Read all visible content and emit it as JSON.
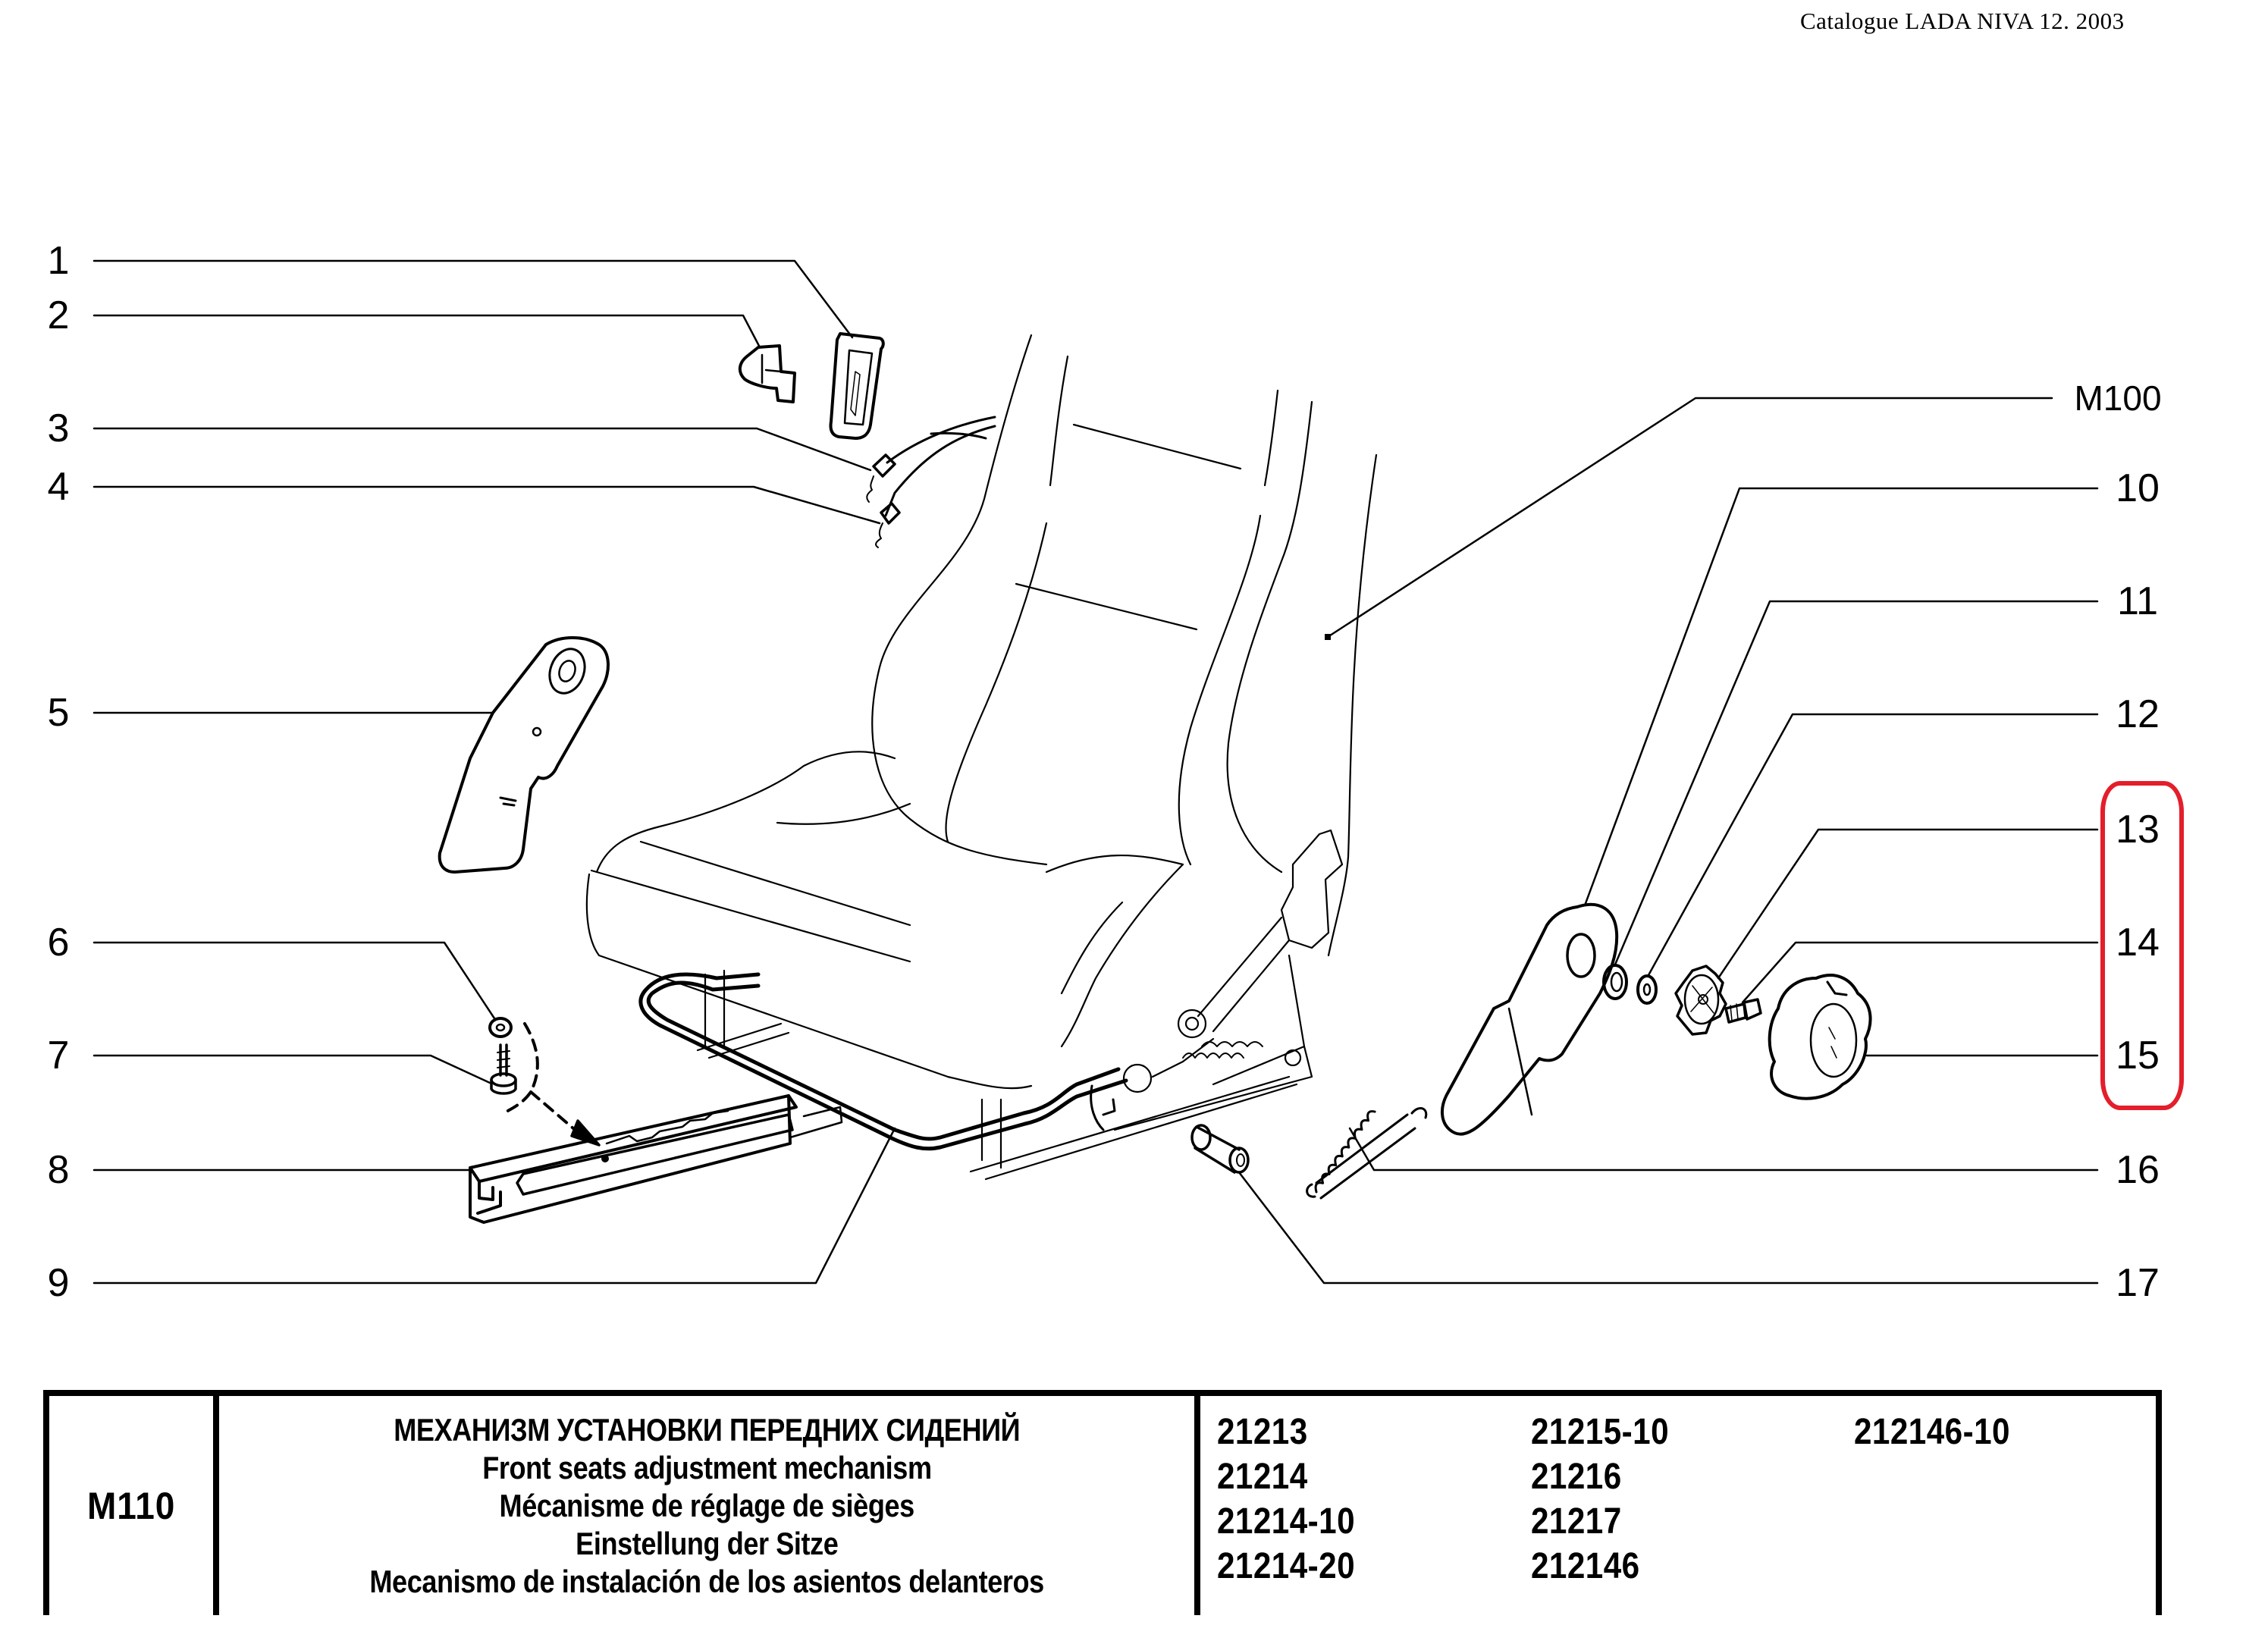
{
  "header": {
    "catalogue_title": "Catalogue LADA NIVA 12. 2003"
  },
  "diagram": {
    "left_callouts": [
      "1",
      "2",
      "3",
      "4",
      "5",
      "6",
      "7",
      "8",
      "9"
    ],
    "right_callouts": [
      "M100",
      "10",
      "11",
      "12",
      "13",
      "14",
      "15",
      "16",
      "17"
    ],
    "highlighted_callouts": [
      "13",
      "14",
      "15"
    ],
    "highlight_color": "#e41e2b",
    "line_color": "#000000"
  },
  "info_table": {
    "section_code": "M110",
    "titles": [
      "МЕХАНИЗМ УСТАНОВКИ ПЕРЕДНИХ СИДЕНИЙ",
      "Front seats adjustment mechanism",
      "Mécanisme de réglage de sièges",
      "Einstellung der Sitze",
      "Mecanismo de instalación de los asientos delanteros"
    ],
    "models": [
      [
        "21213",
        "21214",
        "21214-10",
        "21214-20"
      ],
      [
        "21215-10",
        "21216",
        "21217",
        "212146"
      ],
      [
        "212146-10"
      ]
    ]
  }
}
